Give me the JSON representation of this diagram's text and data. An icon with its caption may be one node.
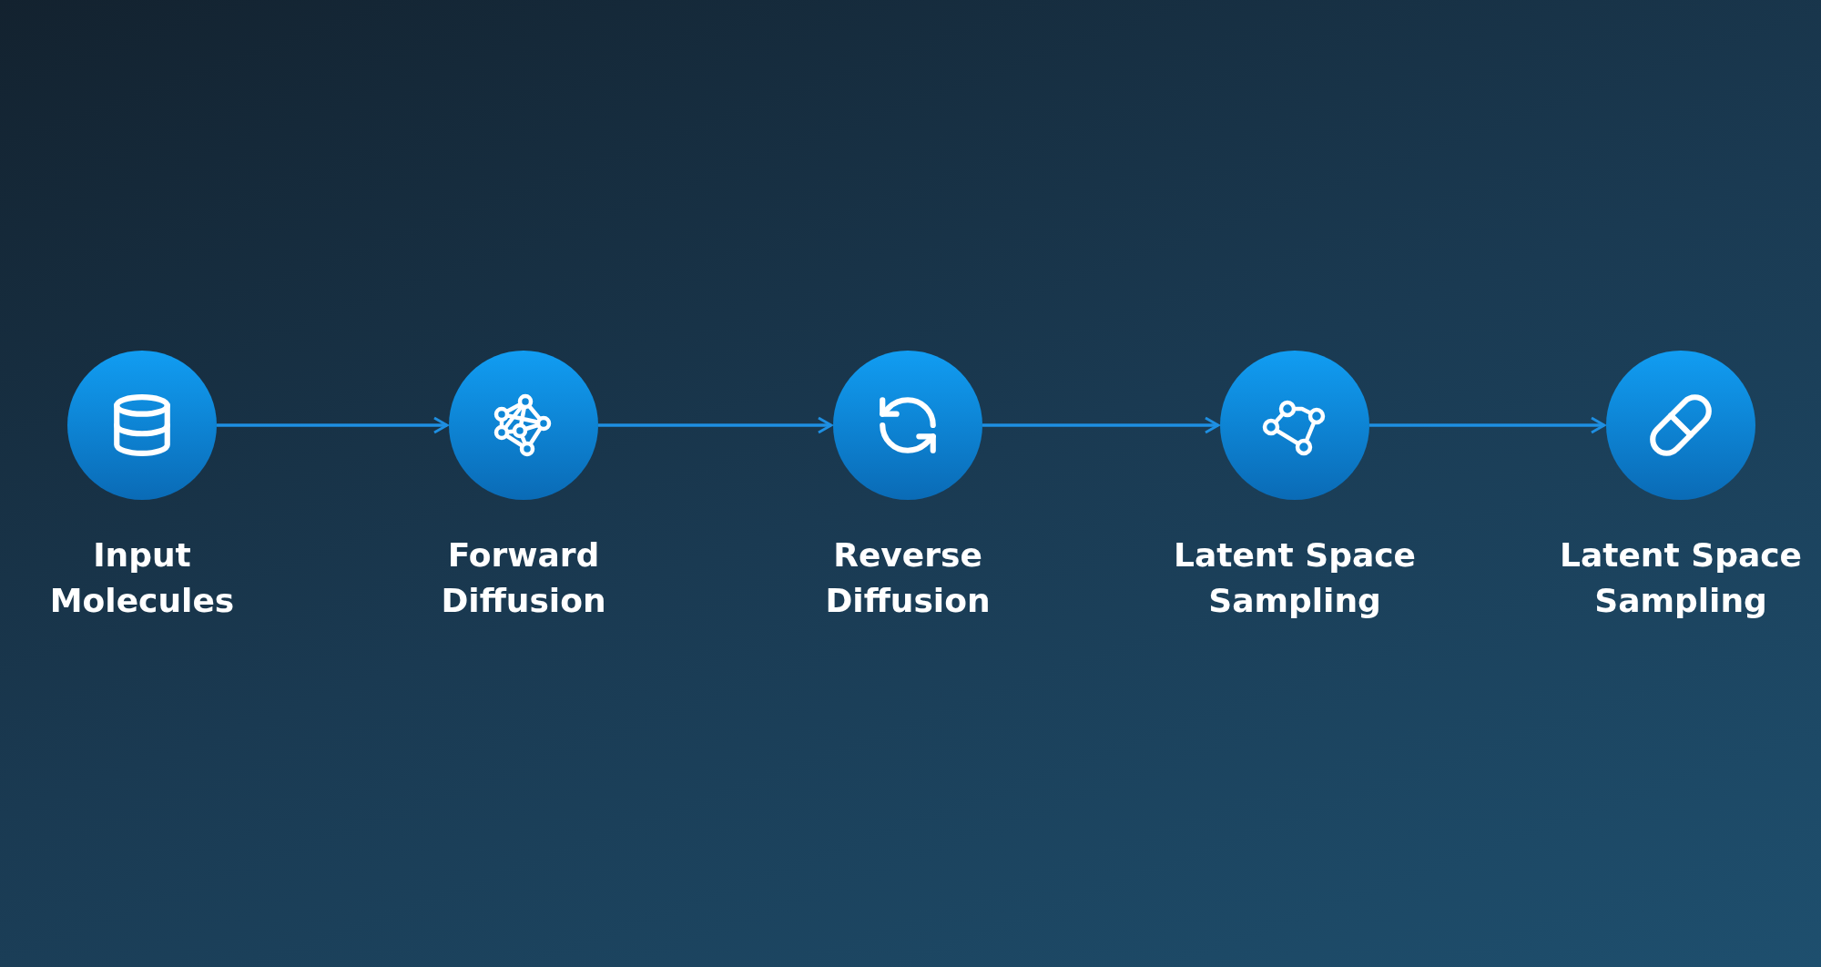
{
  "diagram": {
    "nodes": [
      {
        "text": [
          "Input Molecules"
        ]
      },
      {
        "text": [
          "Forward Diffusion"
        ]
      },
      {
        "text": [
          "Reverse Diffusion"
        ]
      },
      {
        "text": [
          "Latent Space Sampling"
        ]
      },
      {
        "text": [
          "Latent Space Sampling"
        ]
      }
    ],
    "edges": [
      {
        "from": 0,
        "to": 1,
        "arrow": "to"
      },
      {
        "from": 1,
        "to": 2,
        "arrow": "to"
      },
      {
        "from": 2,
        "to": 3,
        "arrow": "to"
      },
      {
        "from": 3,
        "to": 4,
        "arrow": "to"
      }
    ]
  }
}
